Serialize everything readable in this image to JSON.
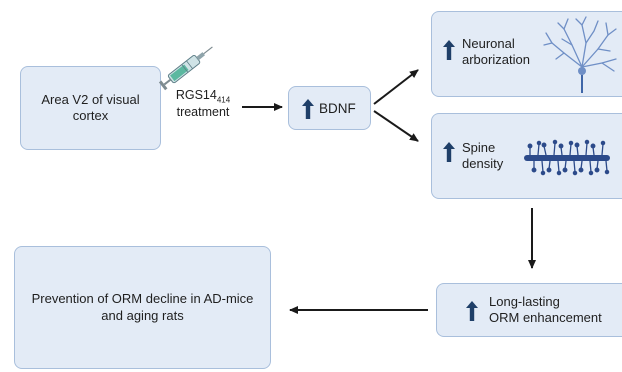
{
  "nodes": {
    "v2": {
      "line1": "Area V2 of visual",
      "line2": "cortex"
    },
    "treatment": {
      "prefix": "RGS14",
      "subscript": "414",
      "line2": "treatment"
    },
    "bdnf": {
      "label": "BDNF"
    },
    "arbor": {
      "line1": "Neuronal",
      "line2": "arborization"
    },
    "spine": {
      "line1": "Spine",
      "line2": "density"
    },
    "orm": {
      "line1": "Long-lasting",
      "line2": "ORM enhancement"
    },
    "prevention": {
      "line1": "Prevention of ORM decline in AD-mice",
      "line2": "and aging rats"
    }
  },
  "colors": {
    "box_fill": "#e3ebf6",
    "box_border": "#a9bfdc",
    "up_arrow": "#1f3f68",
    "arrow": "#1a1a1a",
    "neuron": "#6f8fc6",
    "spine": "#2c4a8a"
  },
  "icons": [
    "syringe-icon",
    "up-arrow-icon",
    "neuron-icon",
    "dendrite-spine-icon"
  ]
}
